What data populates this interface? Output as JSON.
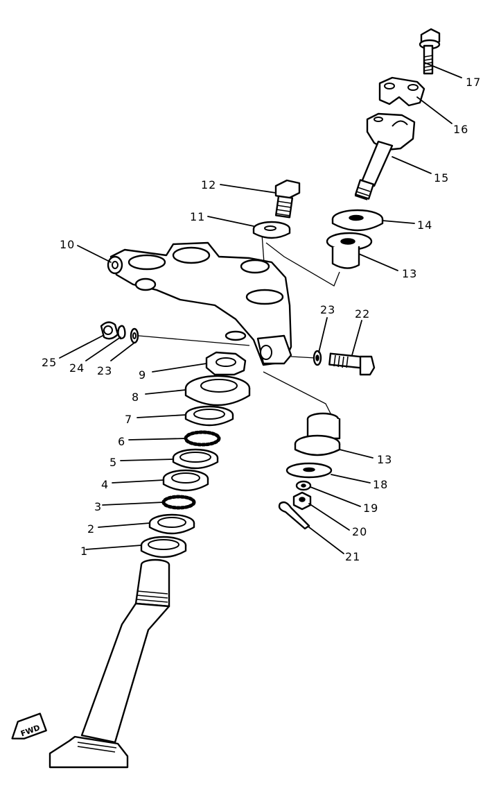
{
  "callouts": [
    {
      "id": "c1",
      "label": "1"
    },
    {
      "id": "c2",
      "label": "2"
    },
    {
      "id": "c3",
      "label": "3"
    },
    {
      "id": "c4",
      "label": "4"
    },
    {
      "id": "c5",
      "label": "5"
    },
    {
      "id": "c6",
      "label": "6"
    },
    {
      "id": "c7",
      "label": "7"
    },
    {
      "id": "c8",
      "label": "8"
    },
    {
      "id": "c9",
      "label": "9"
    },
    {
      "id": "c10",
      "label": "10"
    },
    {
      "id": "c11",
      "label": "11"
    },
    {
      "id": "c12",
      "label": "12"
    },
    {
      "id": "c13a",
      "label": "13"
    },
    {
      "id": "c13b",
      "label": "13"
    },
    {
      "id": "c14",
      "label": "14"
    },
    {
      "id": "c15",
      "label": "15"
    },
    {
      "id": "c16",
      "label": "16"
    },
    {
      "id": "c17",
      "label": "17"
    },
    {
      "id": "c18",
      "label": "18"
    },
    {
      "id": "c19",
      "label": "19"
    },
    {
      "id": "c20",
      "label": "20"
    },
    {
      "id": "c21",
      "label": "21"
    },
    {
      "id": "c22",
      "label": "22"
    },
    {
      "id": "c23a",
      "label": "23"
    },
    {
      "id": "c23b",
      "label": "23"
    },
    {
      "id": "c24",
      "label": "24"
    },
    {
      "id": "c25",
      "label": "25"
    }
  ],
  "fwd_arrow": {
    "label": "FWD",
    "icon": "fwd-arrow-icon"
  }
}
